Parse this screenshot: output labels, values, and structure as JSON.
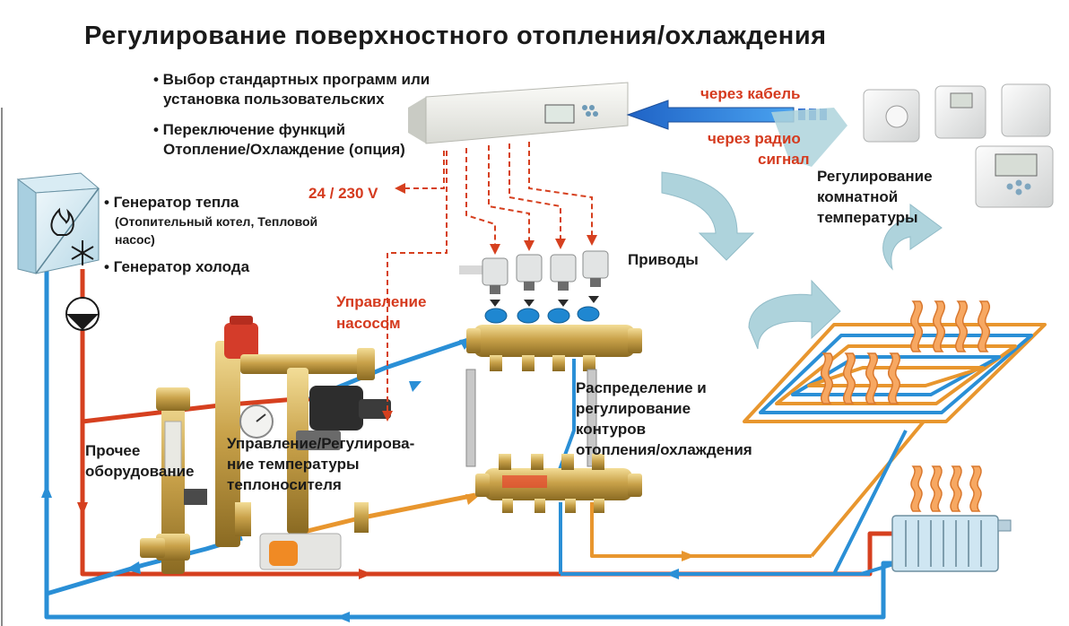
{
  "title": "Регулирование поверхностного отопления/охлаждения",
  "controller": {
    "bullets": [
      "• Выбор стандартных программ или",
      "установка пользовательских",
      "• Переключение функций",
      "Отопление/Охлаждение (опция)"
    ]
  },
  "generator": {
    "heat": "• Генератор тепла",
    "heat_note": [
      "(Отопительный котел, Тепловой",
      "насос)"
    ],
    "cold": "• Генератор холода"
  },
  "voltage": "24 / 230 V",
  "pump_control": [
    "Управление",
    "насосом"
  ],
  "actuators": "Приводы",
  "cable": "через кабель",
  "radio": [
    "через радио",
    "сигнал"
  ],
  "room_temp": [
    "Регулирование",
    "комнатной",
    "температуры"
  ],
  "other_equipment": [
    "Прочее",
    "оборудование"
  ],
  "mixing": [
    "Управление/Регулирова-",
    "ние температуры",
    "теплоносителя"
  ],
  "distribution": [
    "Распределение и",
    "регулирование",
    "контуров",
    "отопления/охлаждения"
  ],
  "colors": {
    "supply": "#d6401f",
    "return": "#2a8fd6",
    "floor_return": "#e8962e",
    "signal": "#d6401f",
    "brass": "#c9a24a",
    "arrow_gray": "#aed3dc"
  }
}
